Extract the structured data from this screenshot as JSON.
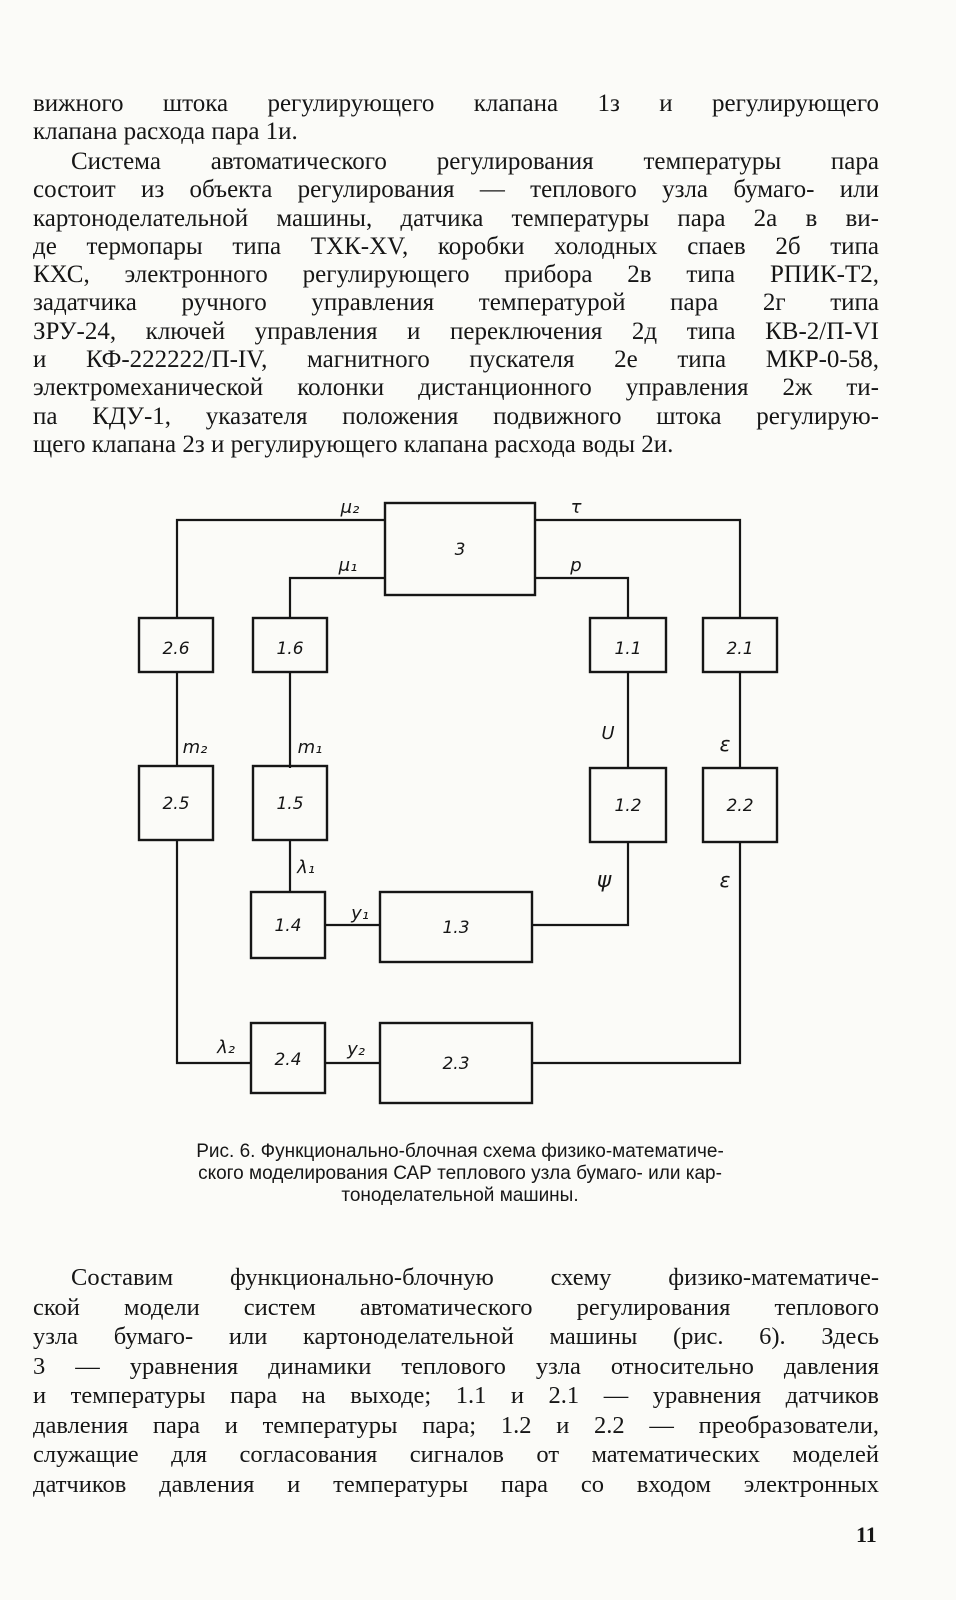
{
  "paragraphs": {
    "continuation": [
      "вижного штока регулирующего клапана 1з и регулирующего",
      "клапана расхода пара 1и."
    ],
    "system_description": [
      "Система автоматического регулирования температуры пара",
      "состоит из объекта регулирования — теплового узла бумаго- или",
      "картоноделательной машины, датчика температуры пара 2а в ви-",
      "де термопары типа ТХК-XV, коробки холодных спаев 2б типа",
      "КХС, электронного регулирующего прибора 2в типа РПИК-Т2,",
      "задатчика ручного управления температурой пара 2г типа",
      "ЗРУ-24, ключей управления и переключения 2д типа КВ-2/П-VI",
      "и КФ-222222/П-IV, магнитного пускателя 2е типа МКР-0-58,",
      "электромеханической колонки дистанционного управления 2ж ти-",
      "па КДУ-1, указателя положения подвижного штока регулирую-",
      "щего клапана 2з и регулирующего клапана расхода воды 2и."
    ],
    "figure_explanation": [
      "Составим функционально-блочную схему физико-математиче-",
      "ской модели систем автоматического регулирования теплового",
      "узла бумаго- или картоноделательной машины (рис. 6). Здесь",
      "3 — уравнения динамики теплового узла относительно давления",
      "и температуры пара на выходе; 1.1 и 2.1 — уравнения датчиков",
      "давления пара и температуры пара; 1.2 и 2.2 — преобразователи,",
      "служащие для согласования сигналов от математических моделей",
      "датчиков давления и температуры пара со входом электронных"
    ]
  },
  "diagram": {
    "blocks": {
      "b3": "3",
      "b1_1": "1.1",
      "b1_2": "1.2",
      "b1_3": "1.3",
      "b1_4": "1.4",
      "b1_5": "1.5",
      "b1_6": "1.6",
      "b2_1": "2.1",
      "b2_2": "2.2",
      "b2_3": "2.3",
      "b2_4": "2.4",
      "b2_5": "2.5",
      "b2_6": "2.6"
    },
    "signals": {
      "mu2": "μ₂",
      "mu1": "μ₁",
      "tau": "τ",
      "p": "p",
      "u": "U",
      "psi": "ψ",
      "eps1": "ε",
      "eps2": "ε",
      "m2": "m₂",
      "m1": "m₁",
      "lambda1": "λ₁",
      "lambda2": "λ₂",
      "y1": "y₁",
      "y2": "y₂"
    }
  },
  "caption": [
    "Рис. 6. Функционально-блочная схема физико-математиче-",
    "ского моделирования САР теплового узла бумаго- или кар-",
    "тоноделательной машины."
  ],
  "page_number": "11"
}
